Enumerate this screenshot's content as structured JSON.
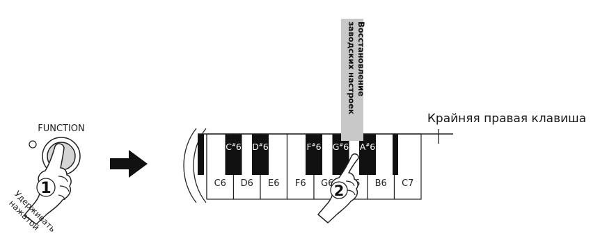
{
  "function_button": {
    "label": "FUNCTION"
  },
  "step1": {
    "number": "1",
    "caption_line1": "Удерживать",
    "caption_line2": "нажатой"
  },
  "step2": {
    "number": "2"
  },
  "callout": {
    "factory_reset_line1": "Восстановление",
    "factory_reset_line2": "заводских настроек",
    "rightmost_key": "Крайняя правая клавиша"
  },
  "keyboard": {
    "white_keys": [
      "C6",
      "D6",
      "E6",
      "F6",
      "G6",
      "A6",
      "B6",
      "C7"
    ],
    "black_keys": [
      {
        "note": "C",
        "octave": "6"
      },
      {
        "note": "D",
        "octave": "6"
      },
      {
        "note": "F",
        "octave": "6"
      },
      {
        "note": "G",
        "octave": "6"
      },
      {
        "note": "A",
        "octave": "6"
      }
    ],
    "sharp_symbol": "#",
    "highlight_color": "#c8c8c8"
  }
}
